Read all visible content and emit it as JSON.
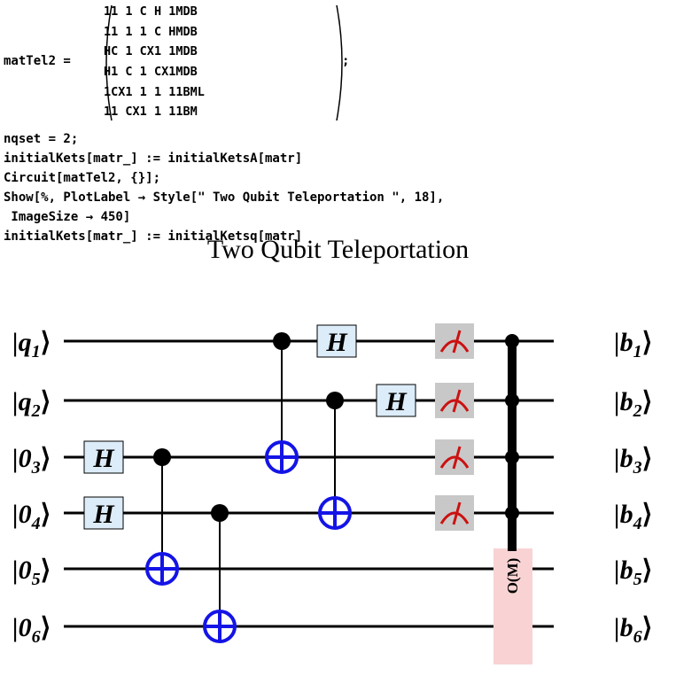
{
  "code": {
    "assign": "matTel2 =",
    "terminator": ";",
    "matrix": [
      [
        "1",
        "1",
        "1",
        "C",
        "H",
        "1",
        "M",
        "DB"
      ],
      [
        "1",
        "1",
        "1",
        "1",
        "C",
        "H",
        "M",
        "DB"
      ],
      [
        "H",
        "C",
        "1",
        "CX",
        "1",
        "1",
        "M",
        "DB"
      ],
      [
        "H",
        "1",
        "C",
        "1",
        "CX",
        "1",
        "M",
        "DB"
      ],
      [
        "1",
        "CX",
        "1",
        "1",
        "1",
        "1",
        "1",
        "BML"
      ],
      [
        "1",
        "1",
        "CX",
        "1",
        "1",
        "1",
        "1",
        "BM"
      ]
    ],
    "lines": [
      "nqset = 2;",
      "initialKets[matr_] := initialKetsA[matr]",
      "Circuit[matTel2, {}];",
      "Show[%, PlotLabel → Style[\" Two Qubit Teleportation \", 18],",
      " ImageSize → 450]",
      "initialKets[matr_] := initialKetsq[matr]"
    ]
  },
  "circuit": {
    "title": "Two Qubit Teleportation",
    "left_labels": [
      {
        "base": "|q",
        "sub": "1",
        "end": "⟩"
      },
      {
        "base": "|q",
        "sub": "2",
        "end": "⟩"
      },
      {
        "base": "|0",
        "sub": "3",
        "end": "⟩"
      },
      {
        "base": "|0",
        "sub": "4",
        "end": "⟩"
      },
      {
        "base": "|0",
        "sub": "5",
        "end": "⟩"
      },
      {
        "base": "|0",
        "sub": "6",
        "end": "⟩"
      }
    ],
    "right_labels": [
      {
        "base": "|b",
        "sub": "1",
        "end": "⟩"
      },
      {
        "base": "|b",
        "sub": "2",
        "end": "⟩"
      },
      {
        "base": "|b",
        "sub": "3",
        "end": "⟩"
      },
      {
        "base": "|b",
        "sub": "4",
        "end": "⟩"
      },
      {
        "base": "|b",
        "sub": "5",
        "end": "⟩"
      },
      {
        "base": "|b",
        "sub": "6",
        "end": "⟩"
      }
    ],
    "hadamard_label": "H",
    "oracle_label": "O(M)",
    "colors": {
      "wire": "#000000",
      "hadamard_fill": "#dcecf9",
      "target": "#1414e6",
      "meter_bg": "#c8c8c8",
      "meter": "#cc1111",
      "oracle_fill": "#f9d3d3"
    }
  }
}
